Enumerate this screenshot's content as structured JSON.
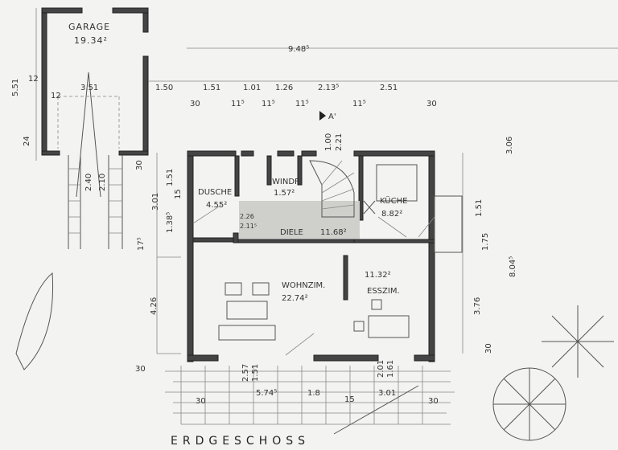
{
  "plan": {
    "title": "ERDGESCHOSS",
    "section_marker": "A'",
    "rooms": [
      {
        "name": "GARAGE",
        "area": "19.34²"
      },
      {
        "name": "DUSCHE",
        "area": "4.55²"
      },
      {
        "name": "WINDF",
        "area": "1.57²"
      },
      {
        "name": "KÜCHE",
        "area": "8.82²"
      },
      {
        "name": "DIELE",
        "area": "11.68²"
      },
      {
        "name": "WOHNZIM.",
        "area": "22.74²"
      },
      {
        "name": "ESSZIM.",
        "area": "11.32²"
      }
    ],
    "dimensions": {
      "overall_width": "9.48⁵",
      "top_chain": [
        "1.50",
        "1.51",
        "1.01",
        "1.26",
        "2.13⁵",
        "2.51"
      ],
      "top_sub": [
        "30",
        "11⁵",
        "11⁵",
        "11⁵",
        "11⁵",
        "30"
      ],
      "garage_width": "3.51",
      "garage_wall_a": "12",
      "garage_wall_b": "12",
      "garage_depth": "5.51",
      "garage_offset": "24",
      "garage_door_a": "2.40",
      "garage_door_b": "2.10",
      "left_chain": [
        "30",
        "3.01",
        "1.38⁵",
        "1.51",
        "15",
        "17⁵",
        "4.26",
        "30"
      ],
      "right_chain": [
        "3.06",
        "1.51",
        "1.75",
        "8.04⁵",
        "3.76",
        "30"
      ],
      "bottom_chain": [
        "30",
        "5.74⁵",
        "1.8",
        "15",
        "3.01",
        "30"
      ],
      "window_a": "2.57",
      "window_b": "1.51",
      "window_c": "2.01",
      "window_d": "1.61",
      "entry_a": "1.00",
      "entry_b": "2.21",
      "hall_a": "2.26",
      "hall_b": "2.11⁵"
    }
  }
}
